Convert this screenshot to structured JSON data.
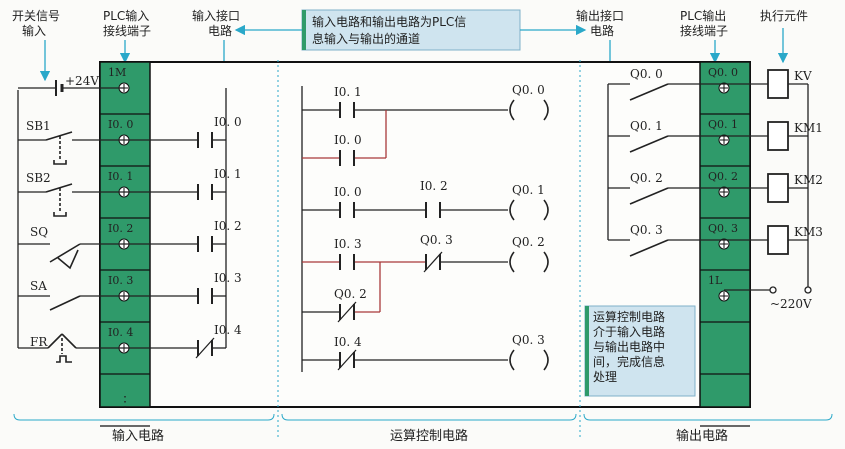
{
  "top_labels": {
    "switch_signal_l1": "开关信号",
    "switch_signal_l2": "输入",
    "plc_input_l1": "PLC输入",
    "plc_input_l2": "接线端子",
    "input_iface_l1": "输入接口",
    "input_iface_l2": "电路",
    "center_note_l1": "输入电路和输出电路为PLC信",
    "center_note_l2": "息输入与输出的通道",
    "output_iface_l1": "输出接口",
    "output_iface_l2": "电路",
    "plc_output_l1": "PLC输出",
    "plc_output_l2": "接线端子",
    "actuator": "执行元件"
  },
  "power": {
    "dc": "+24V",
    "ac": "~220V"
  },
  "input_terminals": [
    "1M",
    "I0. 0",
    "I0. 1",
    "I0. 2",
    "I0. 3",
    "I0. 4",
    "⋮"
  ],
  "input_devices": [
    "SB1",
    "SB2",
    "SQ",
    "SA",
    "FR"
  ],
  "input_contacts": [
    "I0. 0",
    "I0. 1",
    "I0. 2",
    "I0. 3",
    "I0. 4"
  ],
  "output_terminals": [
    "Q0. 0",
    "Q0. 1",
    "Q0. 2",
    "Q0. 3",
    "1L",
    "",
    ""
  ],
  "output_contacts": [
    "Q0. 0",
    "Q0. 1",
    "Q0. 2",
    "Q0. 3"
  ],
  "loads": [
    "KV",
    "KM1",
    "KM2",
    "KM3"
  ],
  "ladder": {
    "r1_contact": "I0. 1",
    "r1_coil": "Q0. 0",
    "r1b_contact": "I0. 0",
    "r2_c1": "I0. 0",
    "r2_c2": "I0. 2",
    "r2_coil": "Q0. 1",
    "r3_c1": "I0. 3",
    "r3_c2": "Q0. 3",
    "r3_coil": "Q0. 2",
    "r3b_contact": "Q0. 2",
    "r4_contact": "I0. 4",
    "r4_coil": "Q0. 3"
  },
  "control_note": [
    "运算控制电路",
    "介于输入电路",
    "与输出电路中",
    "间，完成信息",
    "处理"
  ],
  "bottom_labels": {
    "input": "输入电路",
    "control": "运算控制电路",
    "output": "输出电路"
  },
  "colors": {
    "terminal_green": "#2f9a6a",
    "note_bg": "#cfe4ef",
    "red_wire": "#a83a3a",
    "arrow": "#2aa8c9"
  }
}
